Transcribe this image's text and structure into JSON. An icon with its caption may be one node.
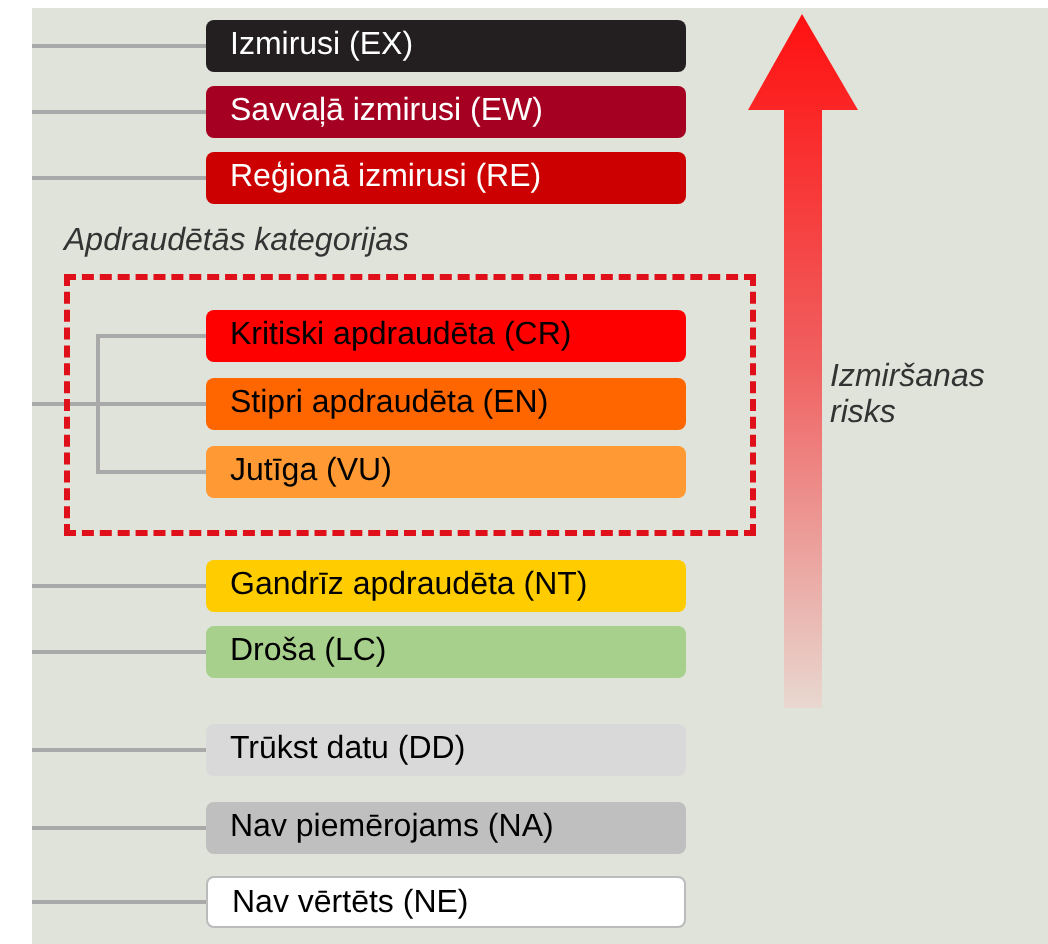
{
  "diagram": {
    "nodes": [
      {
        "text": [
          "Izmirusi (EX)"
        ]
      },
      {
        "text": [
          "Savvaļā izmirusi (EW)"
        ]
      },
      {
        "text": [
          "Reģionā izmirusi (RE)"
        ]
      },
      {
        "text": [
          "Apdraudētās kategorijas"
        ]
      },
      {
        "text": [
          "Kritiski apdraudēta (CR)"
        ],
        "in": 3
      },
      {
        "text": [
          "Stipri apdraudēta (EN)"
        ],
        "in": 3
      },
      {
        "text": [
          "Jutīga (VU)"
        ],
        "in": 3
      },
      {
        "text": [
          "Gandrīz apdraudēta (NT)"
        ]
      },
      {
        "text": [
          "Droša (LC)"
        ]
      },
      {
        "text": [
          "Trūkst datu (DD)"
        ]
      },
      {
        "text": [
          "Nav piemērojams (NA)"
        ]
      },
      {
        "text": [
          "Nav vērtēts (NE)"
        ]
      }
    ],
    "edges": [
      {
        "from": null,
        "to": 0,
        "arrow": "none"
      },
      {
        "from": null,
        "to": 1,
        "arrow": "none"
      },
      {
        "from": null,
        "to": 2,
        "arrow": "none"
      },
      {
        "from": null,
        "to": 4,
        "arrow": "none"
      },
      {
        "from": null,
        "to": 5,
        "arrow": "none"
      },
      {
        "from": null,
        "to": 6,
        "arrow": "none"
      },
      {
        "from": null,
        "to": 7,
        "arrow": "none"
      },
      {
        "from": null,
        "to": 8,
        "arrow": "none"
      },
      {
        "from": null,
        "to": 9,
        "arrow": "none"
      },
      {
        "from": null,
        "to": 10,
        "arrow": "none"
      },
      {
        "from": null,
        "to": 11,
        "arrow": "none"
      }
    ],
    "labels": [
      "Izmiršanas risks"
    ]
  }
}
